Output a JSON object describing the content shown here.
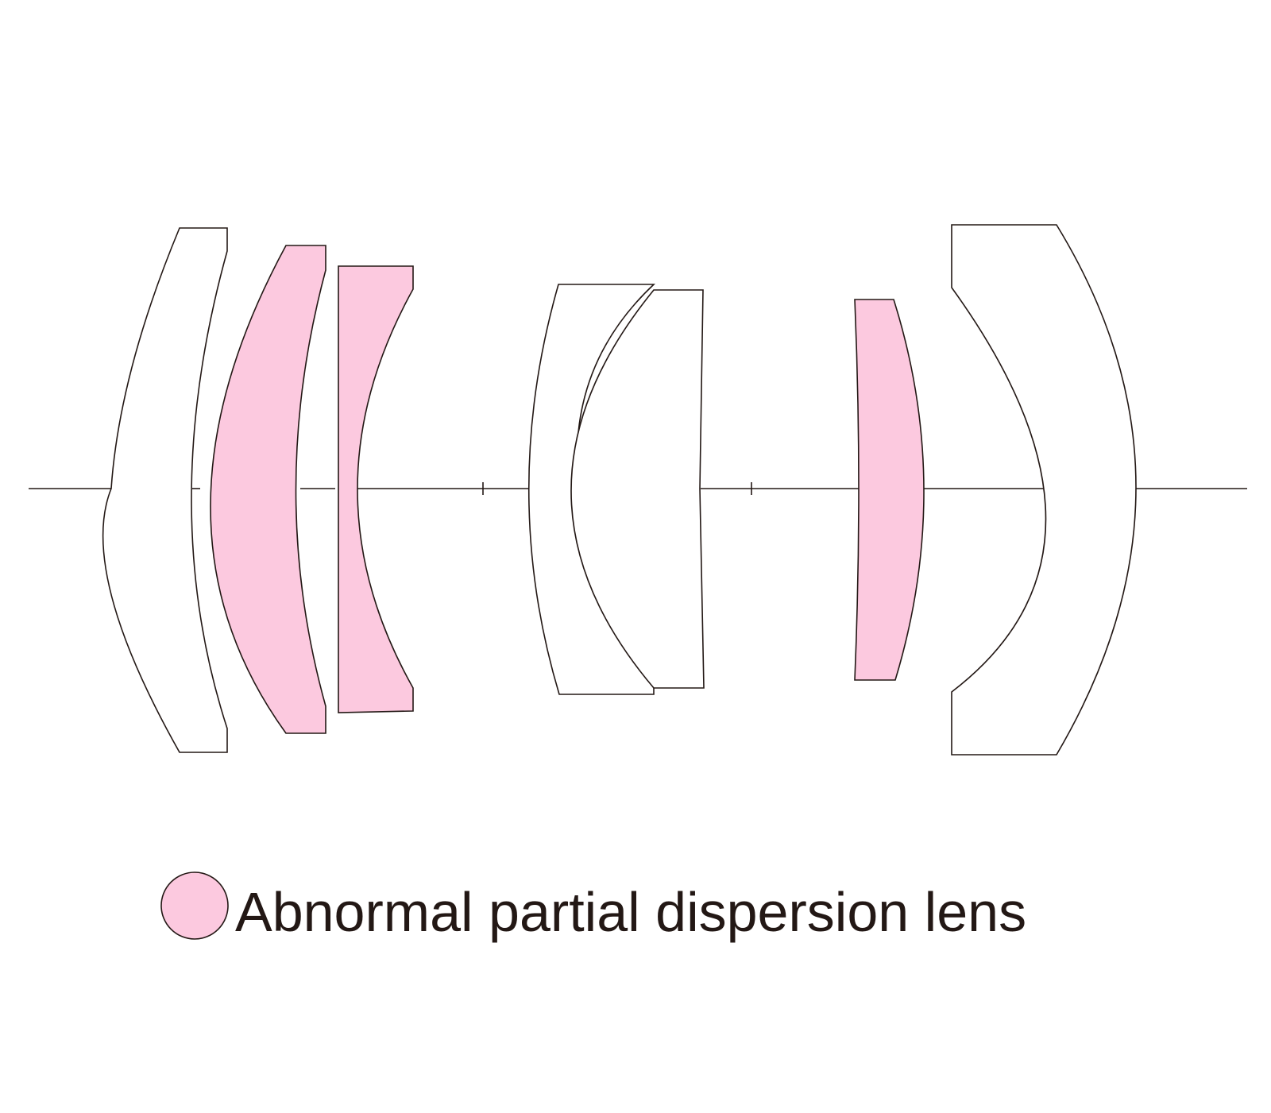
{
  "colors": {
    "special_lens_fill": "#FCC9DF",
    "normal_lens_fill": "#FFFFFF",
    "outline": "#231815",
    "background": "#FFFFFF"
  },
  "lens_elements": [
    {
      "id": 1,
      "type": "normal"
    },
    {
      "id": 2,
      "type": "special"
    },
    {
      "id": 3,
      "type": "special"
    },
    {
      "id": 4,
      "type": "normal"
    },
    {
      "id": 5,
      "type": "normal"
    },
    {
      "id": 6,
      "type": "special"
    },
    {
      "id": 7,
      "type": "normal"
    }
  ],
  "legend": {
    "label": "Abnormal partial dispersion lens"
  }
}
